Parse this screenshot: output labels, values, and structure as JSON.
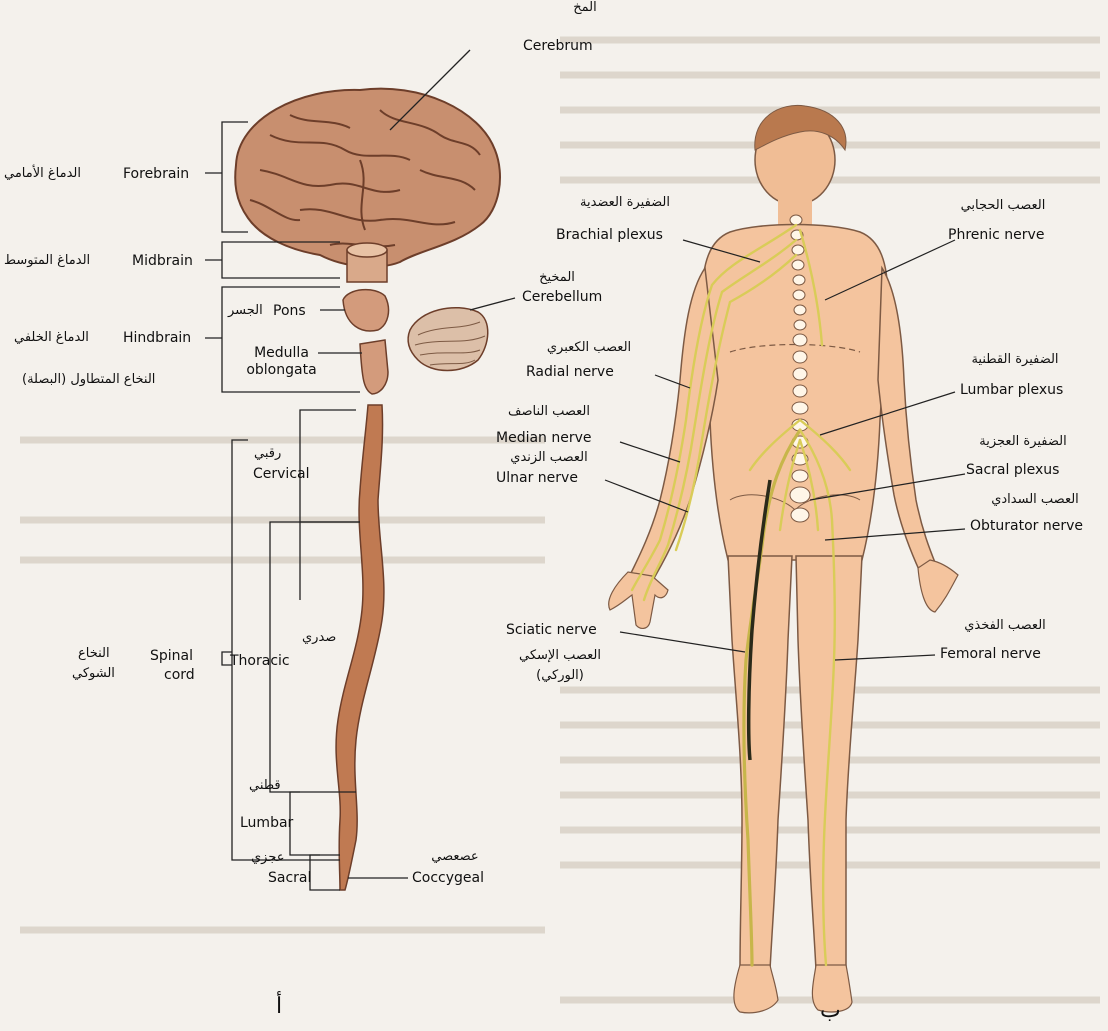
{
  "brain_labels": {
    "cerebrum": {
      "en": "Cerebrum",
      "ar": "المخ"
    },
    "forebrain": {
      "en": "Forebrain",
      "ar": "الدماغ الأمامي"
    },
    "midbrain": {
      "en": "Midbrain",
      "ar": "الدماغ المتوسط"
    },
    "pons": {
      "en": "Pons",
      "ar": "الجسر"
    },
    "cerebellum": {
      "en": "Cerebellum",
      "ar": "المخيخ"
    },
    "hindbrain": {
      "en": "Hindbrain",
      "ar": "الدماغ الخلفي"
    },
    "medulla": {
      "en_line1": "Medulla",
      "en_line2": "oblongata",
      "ar": "النخاع المتطاول (البصلة)"
    }
  },
  "spinal_labels": {
    "cervical": {
      "en": "Cervical",
      "ar": "رقبي"
    },
    "thoracic": {
      "en": "Thoracic",
      "ar": "صدري"
    },
    "spinal_cord": {
      "en_line1": "Spinal",
      "en_line2": "cord",
      "ar_line1": "النخاع",
      "ar_line2": "الشوكي"
    },
    "lumbar": {
      "en": "Lumbar",
      "ar": "قطني"
    },
    "sacral": {
      "en": "Sacral",
      "ar": "عجزي"
    },
    "coccygeal": {
      "en": "Coccygeal",
      "ar": "عصعصي"
    }
  },
  "nerve_labels": {
    "brachial_plexus": {
      "en": "Brachial plexus",
      "ar": "الضفيرة العضدية"
    },
    "phrenic_nerve": {
      "en": "Phrenic nerve",
      "ar": "العصب الحجابي"
    },
    "radial_nerve": {
      "en": "Radial nerve",
      "ar": "العصب الكعبري"
    },
    "lumbar_plexus": {
      "en": "Lumbar plexus",
      "ar": "الضفيرة القطنية"
    },
    "median_nerve": {
      "en": "Median nerve",
      "ar": "العصب الناصف"
    },
    "ulnar_nerve": {
      "en": "Ulnar nerve",
      "ar": "العصب الزندي"
    },
    "sacral_plexus": {
      "en": "Sacral plexus",
      "ar": "الضفيرة العجزية"
    },
    "obturator_nerve": {
      "en": "Obturator nerve",
      "ar": "العصب السدادي"
    },
    "sciatic_nerve": {
      "en": "Sciatic nerve",
      "ar_line1": "العصب الإسكي",
      "ar_line2": "(الوركي)"
    },
    "femoral_nerve": {
      "en": "Femoral nerve",
      "ar": "العصب الفخذي"
    }
  },
  "panel_marks": {
    "a": "أ",
    "b": "ب"
  },
  "colors": {
    "brain": "#c88f6f",
    "cord": "#c07a52",
    "skin": "#f4c49e",
    "nerve": "#d9cc58",
    "line": "#222222"
  }
}
